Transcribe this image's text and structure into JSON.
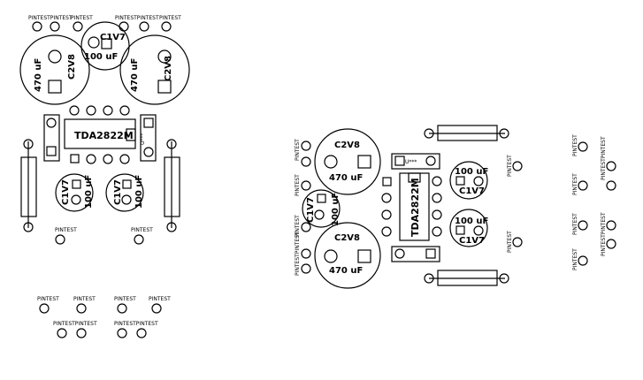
{
  "labels": {
    "pin": "PINTEST",
    "pin_pair": "PINTESTPINTEST",
    "chip": "TDA2822M",
    "c1v7": "C1V7",
    "c2v8": "C2V8",
    "cap100": "100 uF",
    "cap470": "470 uF",
    "u_stars": "U***"
  },
  "colors": {
    "ink": "#000000",
    "paper": "#ffffff"
  }
}
